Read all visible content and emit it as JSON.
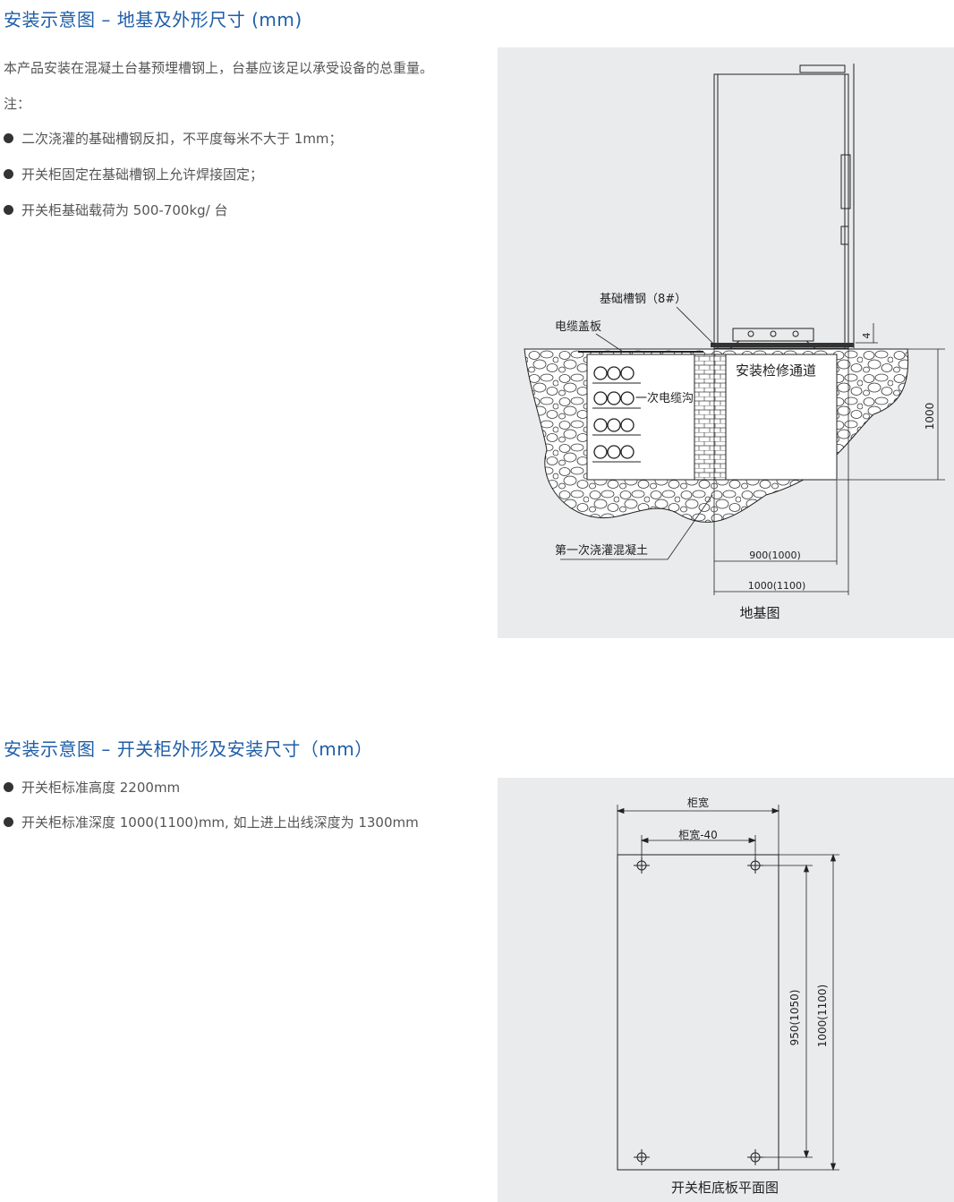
{
  "section1": {
    "title": "安装示意图 – 地基及外形尺寸 (mm)",
    "intro": "本产品安装在混凝土台基预埋槽钢上，台基应该足以承受设备的总重量。",
    "note_label": "注：",
    "bullets": [
      "二次浇灌的基础槽钢反扣，不平度每米不大于 1mm；",
      "开关柜固定在基础槽钢上允许焊接固定；",
      "开关柜基础载荷为 500-700kg/ 台"
    ]
  },
  "foundation_diagram": {
    "caption": "地基图",
    "labels": {
      "channel_steel": "基础槽钢（8#）",
      "cable_cover": "电缆盖板",
      "service_channel": "安装检修通道",
      "primary_cable_trench": "一次电缆沟",
      "first_concrete": "第一次浇灌混凝土"
    },
    "dimensions": {
      "depth": "1000",
      "channel_height": "4",
      "inner_width": "900(1000)",
      "outer_width": "1000(1100)"
    }
  },
  "section2": {
    "title": "安装示意图 – 开关柜外形及安装尺寸（mm）",
    "bullets": [
      "开关柜标准高度 2200mm",
      "开关柜标准深度 1000(1100)mm, 如上进上出线深度为 1300mm"
    ]
  },
  "base_plate_diagram": {
    "caption": "开关柜底板平面图",
    "dimensions": {
      "cabinet_width": "柜宽",
      "hole_spacing_width": "柜宽-40",
      "hole_spacing_depth": "950(1050)",
      "depth": "1000(1100)"
    }
  },
  "colors": {
    "title_blue": "#1f5ea8",
    "panel_gray": "#e9ebec",
    "text_gray": "#555555"
  }
}
